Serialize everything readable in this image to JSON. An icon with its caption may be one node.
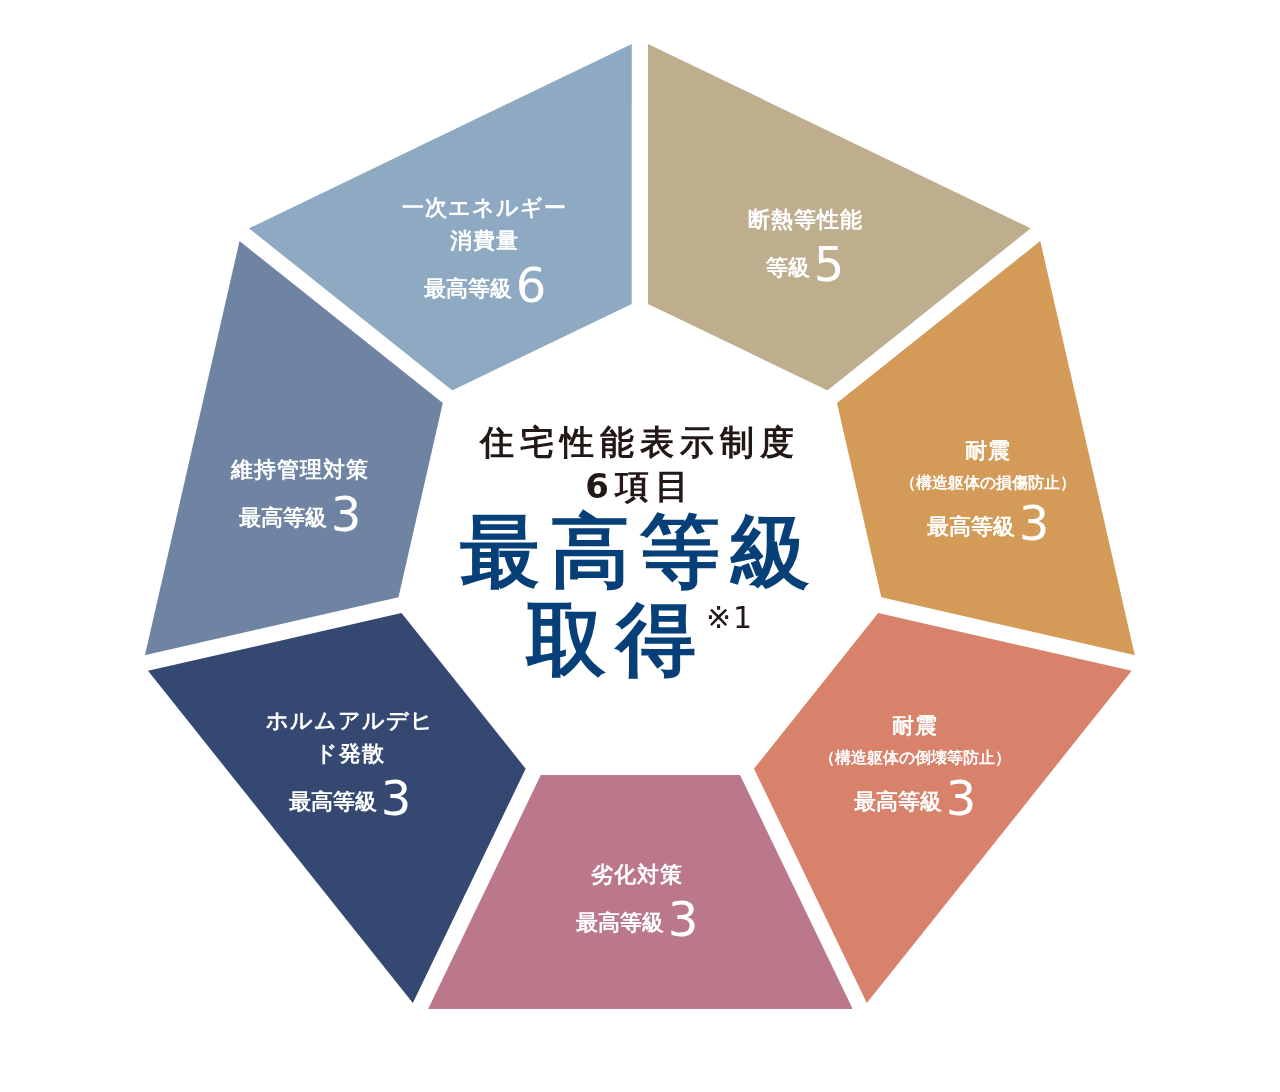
{
  "diagram": {
    "nodes": [
      {
        "text": [
          "住宅性能表示制度",
          "6項目",
          "最高等級",
          "取得$^{※1}$"
        ]
      },
      {
        "text": [
          "一次エネルギー消費量",
          "最高等級",
          "6"
        ]
      },
      {
        "text": [
          "断熱等性能",
          "等級",
          "5"
        ]
      },
      {
        "text": [
          "耐震",
          "（構造躯体の損傷防止）",
          "最高等級",
          "3"
        ]
      },
      {
        "text": [
          "耐震",
          "（構造躯体の倒壊等防止）",
          "最高等級",
          "3"
        ]
      },
      {
        "text": [
          "劣化対策",
          "最高等級",
          "3"
        ]
      },
      {
        "text": [
          "ホルムアルデヒド発散",
          "最高等級",
          "3"
        ]
      },
      {
        "text": [
          "維持管理対策",
          "最高等級",
          "3"
        ]
      }
    ]
  }
}
